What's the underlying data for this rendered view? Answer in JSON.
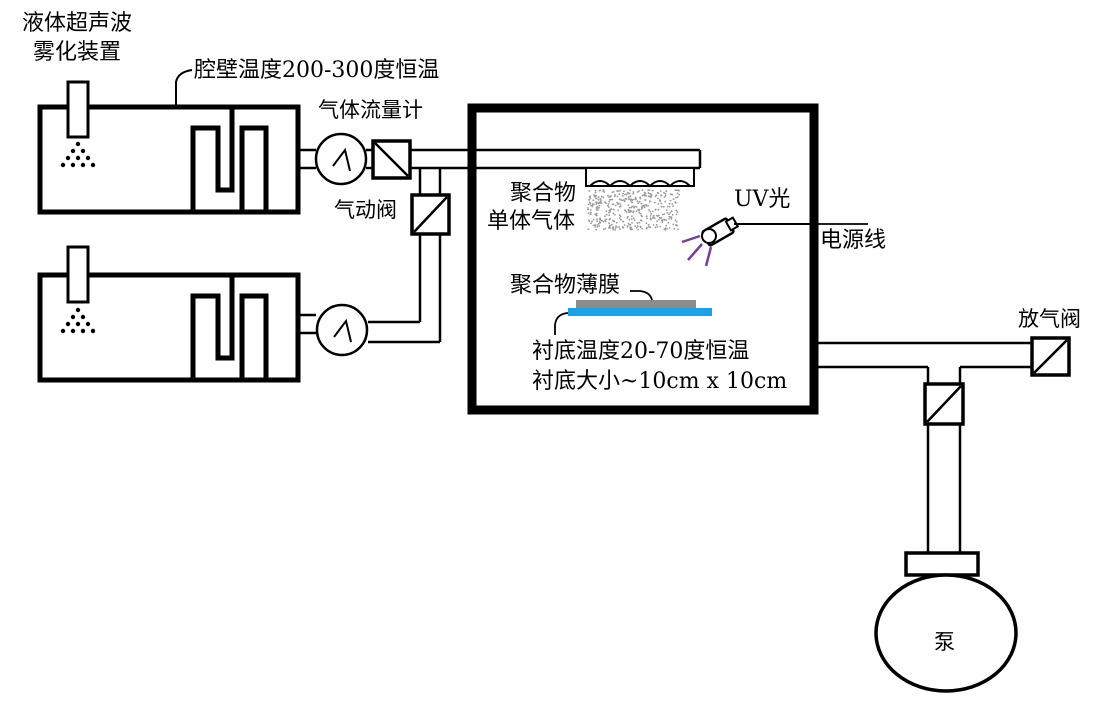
{
  "labels": {
    "atomizer_line1": "液体超声波",
    "atomizer_line2": "雾化装置",
    "wall_temp": "腔壁温度200-300度恒温",
    "flowmeter": "气体流量计",
    "pneumatic_valve": "气动阀",
    "monomer_line1": "聚合物",
    "monomer_line2": "单体气体",
    "uv": "UV光",
    "power_line": "电源线",
    "polymer_film": "聚合物薄膜",
    "substrate_temp": "衬底温度20-70度恒温",
    "substrate_size": "衬底大小~10cm x 10cm",
    "vent_valve": "放气阀",
    "pump": "泵"
  },
  "colors": {
    "line": "#000000",
    "substrate": "#1aa3e8",
    "film": "#8c8c8c",
    "uv_ray": "#7a3d99",
    "mist": "#9a9a9a"
  }
}
